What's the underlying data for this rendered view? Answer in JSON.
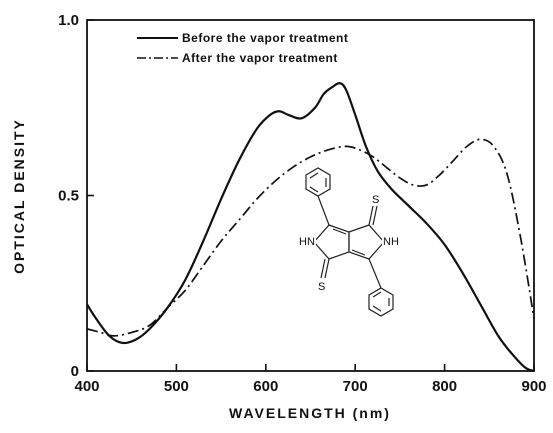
{
  "chart_data": {
    "type": "line",
    "title": "",
    "xlabel": "WAVELENGTH (nm)",
    "ylabel": "OPTICAL DENSITY",
    "xlim": [
      400,
      900
    ],
    "ylim": [
      0,
      1.0
    ],
    "x_ticks": [
      400,
      500,
      600,
      700,
      800,
      900
    ],
    "x_tick_labels": [
      "400",
      "500",
      "600",
      "700",
      "800",
      "900"
    ],
    "y_ticks": [
      0,
      0.5,
      1.0
    ],
    "y_tick_labels": [
      "0",
      "0.5",
      "1.0"
    ],
    "grid": false,
    "legend_position": "top-left",
    "series": [
      {
        "name": "Before the vapor treatment",
        "style": "solid",
        "color": "#111111",
        "x": [
          400,
          410,
          425,
          440,
          455,
          470,
          490,
          510,
          530,
          550,
          570,
          590,
          605,
          615,
          625,
          640,
          655,
          665,
          675,
          683,
          690,
          700,
          712,
          725,
          740,
          760,
          780,
          800,
          820,
          840,
          860,
          875,
          890,
          900
        ],
        "y": [
          0.19,
          0.15,
          0.1,
          0.08,
          0.09,
          0.12,
          0.18,
          0.26,
          0.37,
          0.49,
          0.6,
          0.69,
          0.73,
          0.74,
          0.73,
          0.72,
          0.75,
          0.79,
          0.81,
          0.82,
          0.8,
          0.73,
          0.64,
          0.57,
          0.52,
          0.47,
          0.42,
          0.36,
          0.28,
          0.19,
          0.1,
          0.05,
          0.01,
          0.0
        ]
      },
      {
        "name": "After the vapor treatment",
        "style": "dash-dot",
        "color": "#111111",
        "x": [
          400,
          415,
          430,
          450,
          470,
          490,
          510,
          530,
          550,
          570,
          590,
          610,
          630,
          650,
          670,
          690,
          705,
          720,
          735,
          750,
          765,
          780,
          795,
          810,
          825,
          840,
          855,
          870,
          885,
          900
        ],
        "y": [
          0.12,
          0.11,
          0.1,
          0.11,
          0.13,
          0.18,
          0.23,
          0.3,
          0.37,
          0.43,
          0.49,
          0.54,
          0.58,
          0.61,
          0.63,
          0.64,
          0.63,
          0.61,
          0.58,
          0.55,
          0.53,
          0.53,
          0.56,
          0.6,
          0.64,
          0.66,
          0.64,
          0.56,
          0.38,
          0.15
        ]
      }
    ],
    "molecule": {
      "labels": {
        "hn": "HN",
        "nh": "NH",
        "s_top": "S",
        "s_bottom": "S"
      }
    }
  }
}
